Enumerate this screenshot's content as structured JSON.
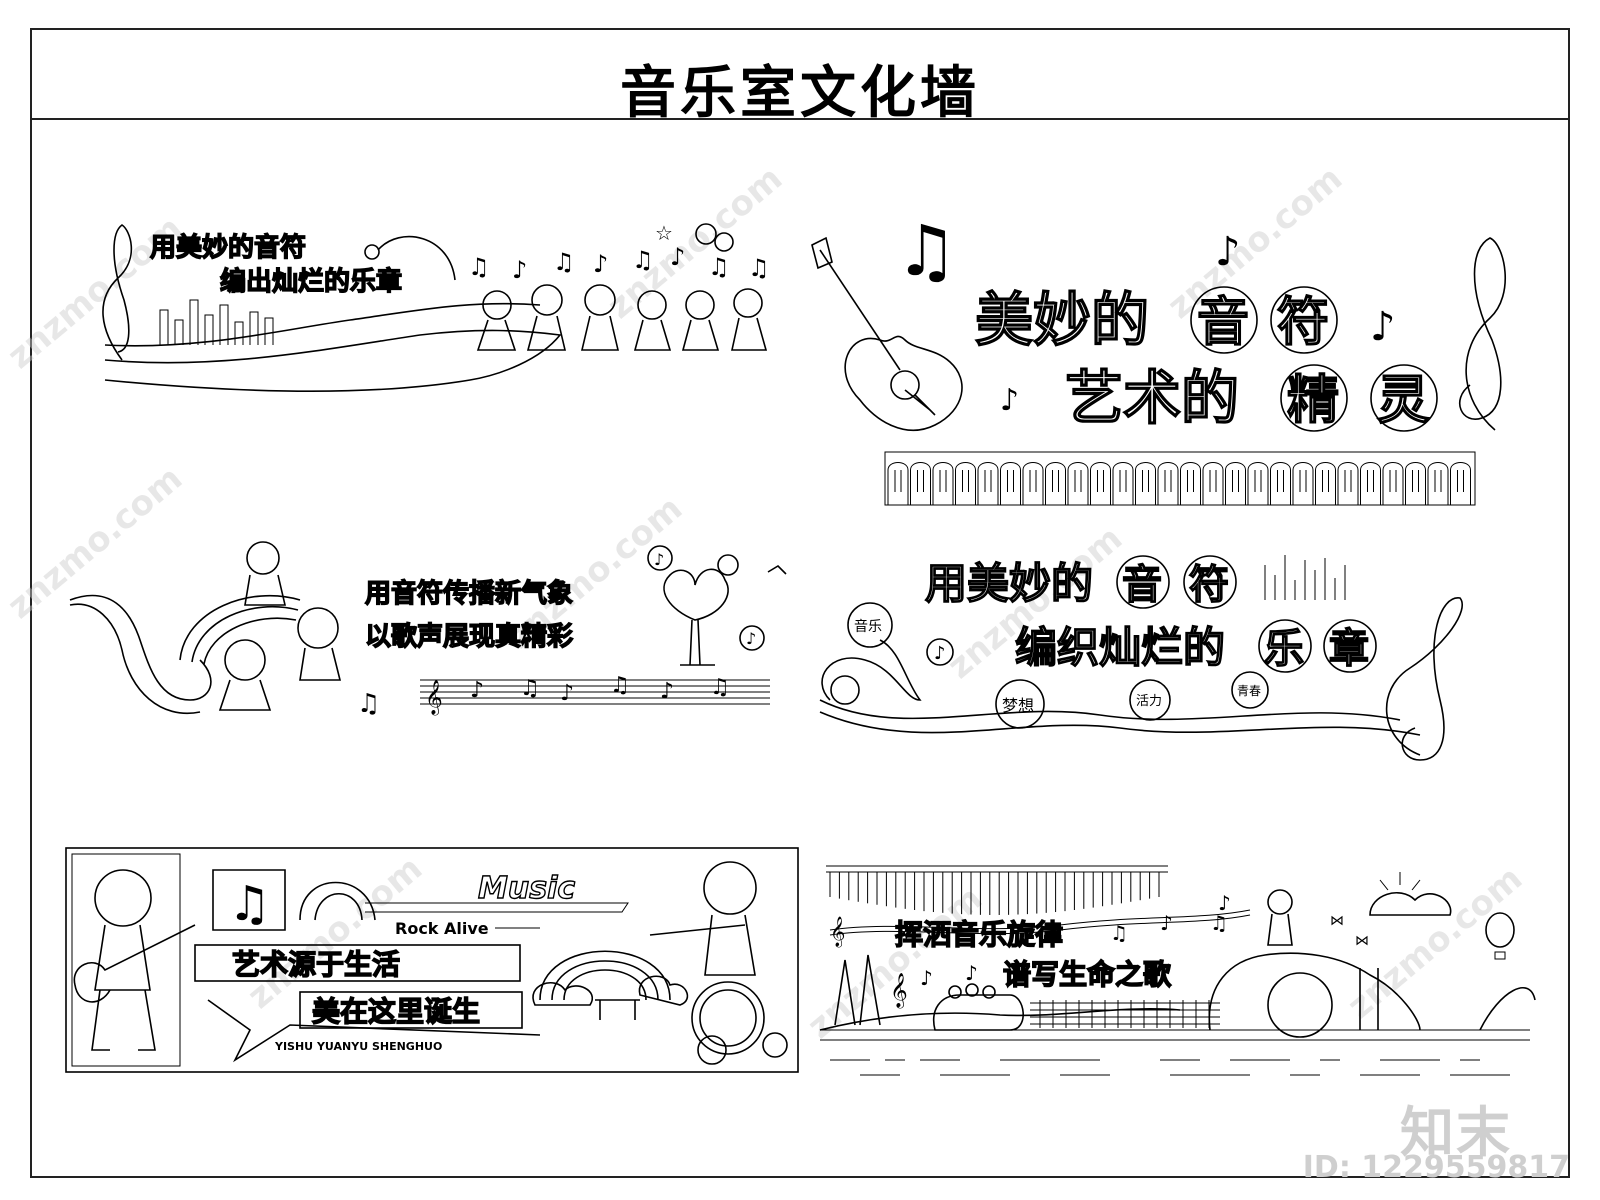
{
  "title": "音乐室文化墙",
  "watermark": "znzmo.com",
  "logo_text": "知末",
  "id_label": "ID: 1229559817",
  "panel1": {
    "line1": "用美妙的音符",
    "line2": "编出灿烂的乐章"
  },
  "panel2": {
    "line1a": "美妙的",
    "line1b": "音",
    "line1c": "符",
    "line2a": "艺术的",
    "line2b": "精",
    "line2c": "灵"
  },
  "panel3": {
    "line1": "用音符传播新气象",
    "line2": "以歌声展现真精彩"
  },
  "panel4": {
    "line1a": "用美妙的",
    "line1b": "音",
    "line1c": "符",
    "line2a": "编织灿烂的",
    "line2b": "乐",
    "line2c": "章",
    "bubble_music": "音乐",
    "bubble_dream": "梦想",
    "bubble_vigor": "活力",
    "bubble_youth": "青春"
  },
  "panel5": {
    "music": "Music",
    "rock": "Rock Alive",
    "line1": "艺术源于生活",
    "line2": "美在这里诞生",
    "pinyin": "YISHU YUANYU SHENGHUO"
  },
  "panel6": {
    "line1": "挥洒音乐旋律",
    "line2": "谱写生命之歌"
  }
}
